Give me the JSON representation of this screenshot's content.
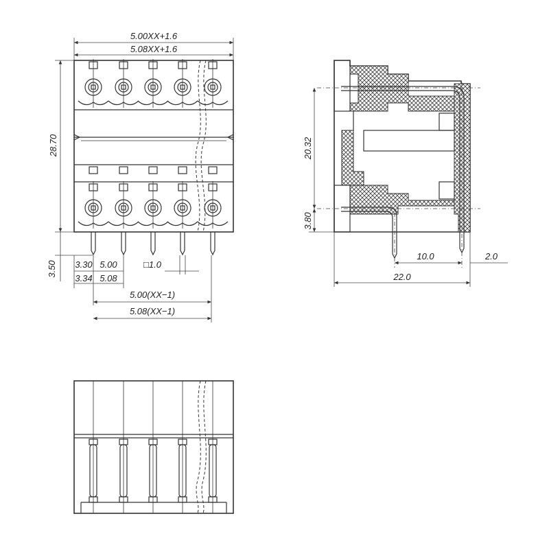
{
  "front_view": {
    "top_dims": [
      "5.00XX+1.6",
      "5.08XX+1.6"
    ],
    "height_dim": "28.70",
    "pin_len_dim": "3.50",
    "pitch_left": [
      "3.30",
      "3.34"
    ],
    "pitch": [
      "5.00",
      "5.08"
    ],
    "pin_section": "□1.0",
    "bottom_dims": [
      "5.00(XX−1)",
      "5.08(XX−1)"
    ]
  },
  "side_view": {
    "height_dim": "20.32",
    "lower_dim": "3.80",
    "pin_spacing": "10.0",
    "offset": "2.0",
    "depth": "22.0"
  },
  "colors": {
    "line": "#333333",
    "background": "#ffffff"
  }
}
